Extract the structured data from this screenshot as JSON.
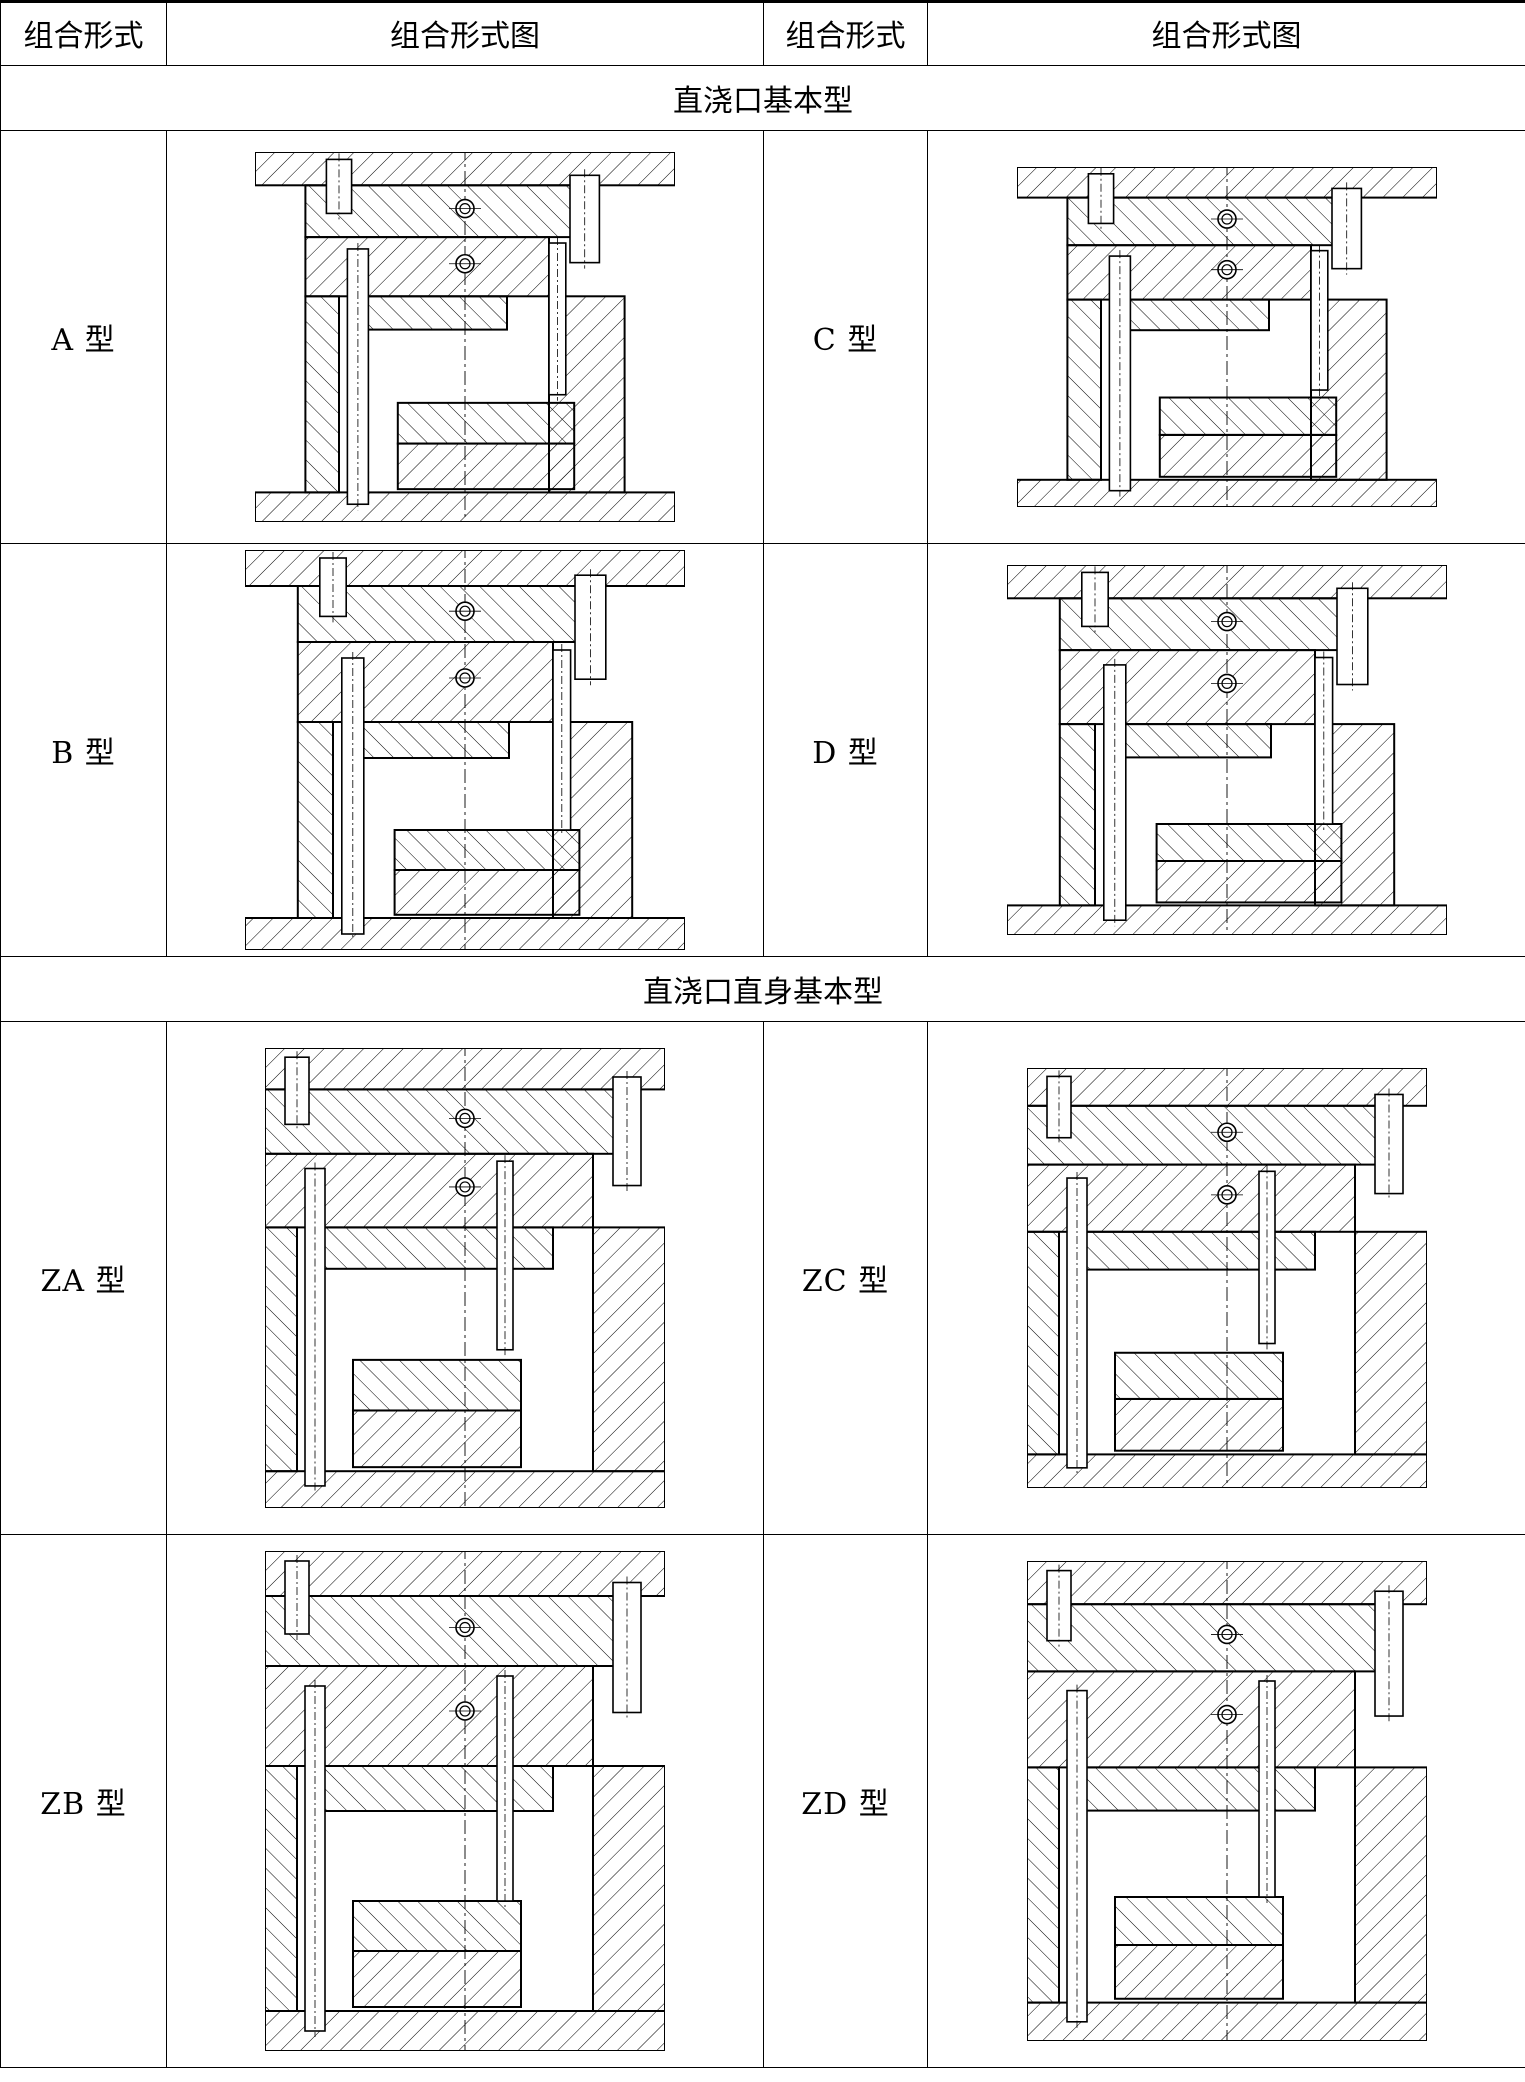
{
  "header": {
    "col1": "组合形式",
    "col2": "组合形式图",
    "col3": "组合形式",
    "col4": "组合形式图"
  },
  "sections": [
    {
      "title": "直浇口基本型",
      "rows": [
        {
          "left": {
            "label": "A 型",
            "icon": "mold-assembly-drawing-a"
          },
          "right": {
            "label": "C 型",
            "icon": "mold-assembly-drawing-c"
          }
        },
        {
          "left": {
            "label": "B 型",
            "icon": "mold-assembly-drawing-b"
          },
          "right": {
            "label": "D 型",
            "icon": "mold-assembly-drawing-d"
          }
        }
      ]
    },
    {
      "title": "直浇口直身基本型",
      "rows": [
        {
          "left": {
            "label": "ZA 型",
            "icon": "mold-assembly-drawing-za"
          },
          "right": {
            "label": "ZC 型",
            "icon": "mold-assembly-drawing-zc"
          }
        },
        {
          "left": {
            "label": "ZB 型",
            "icon": "mold-assembly-drawing-zb"
          },
          "right": {
            "label": "ZD 型",
            "icon": "mold-assembly-drawing-zd"
          }
        }
      ]
    }
  ],
  "colors": {
    "line": "#000000",
    "background": "#ffffff"
  }
}
